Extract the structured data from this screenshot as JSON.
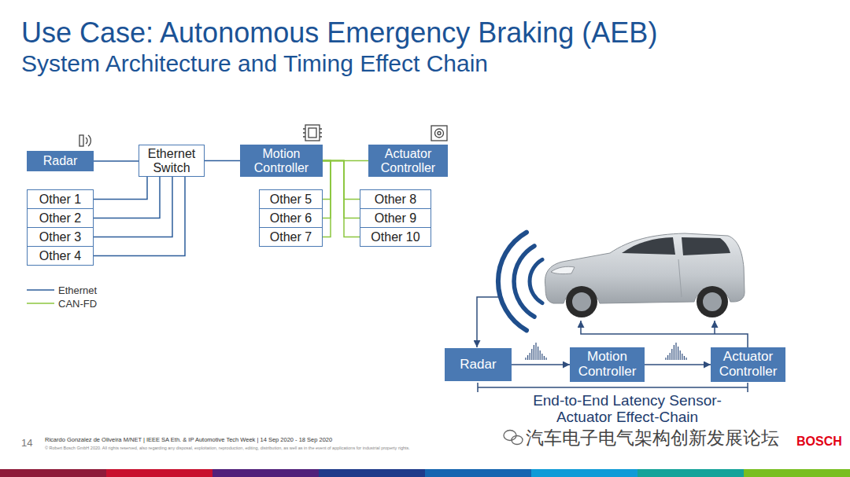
{
  "diagram": {
    "title": "Use Case: Autonomous Emergency Braking (AEB)",
    "nodes": [
      {
        "text": [
          "Radar"
        ]
      },
      {
        "text": [
          "Ethernet Switch"
        ]
      },
      {
        "text": [
          "Motion Controller"
        ]
      },
      {
        "text": [
          "Actuator Controller"
        ]
      },
      {
        "text": [
          "Other 1"
        ]
      },
      {
        "text": [
          "Other 2"
        ]
      },
      {
        "text": [
          "Other 3"
        ]
      },
      {
        "text": [
          "Other 4"
        ]
      },
      {
        "text": [
          "Other 5"
        ]
      },
      {
        "text": [
          "Other 6"
        ]
      },
      {
        "text": [
          "Other 7"
        ]
      },
      {
        "text": [
          "Other 8"
        ]
      },
      {
        "text": [
          "Other 9"
        ]
      },
      {
        "text": [
          "Other 10"
        ]
      },
      {
        "text": [
          "Radar"
        ]
      },
      {
        "text": [
          "Motion Controller"
        ]
      },
      {
        "text": [
          "Actuator Controller"
        ]
      }
    ],
    "edges": [
      {
        "from": 0,
        "to": 1,
        "arrow": "none"
      },
      {
        "from": 1,
        "to": 2,
        "arrow": "none"
      },
      {
        "from": 1,
        "to": 4,
        "arrow": "none"
      },
      {
        "from": 1,
        "to": 5,
        "arrow": "none"
      },
      {
        "from": 1,
        "to": 6,
        "arrow": "none"
      },
      {
        "from": 1,
        "to": 7,
        "arrow": "none"
      },
      {
        "from": 2,
        "to": 3,
        "arrow": "none"
      },
      {
        "from": 2,
        "to": 8,
        "arrow": "none"
      },
      {
        "from": 2,
        "to": 9,
        "arrow": "none"
      },
      {
        "from": 2,
        "to": 10,
        "arrow": "none"
      },
      {
        "from": 2,
        "to": 11,
        "arrow": "none"
      },
      {
        "from": 2,
        "to": 12,
        "arrow": "none"
      },
      {
        "from": 2,
        "to": 13,
        "arrow": "none"
      },
      {
        "from": 14,
        "to": 15,
        "arrow": "to"
      },
      {
        "from": 15,
        "to": 16,
        "arrow": "to"
      }
    ],
    "labels": [
      "System Architecture and Timing Effect Chain",
      "End-to-End Latency Sensor-Actuator Effect-Chain",
      "14",
      "Ricardo Gonzalez de Oliveira M/NET | IEEE SA Eth. & IP Automotive Tech Week | 14 Sep 2020 - 18 Sep 2020",
      "© Robert Bosch GmbH 2020. All rights reserved, also regarding any disposal, exploitation, reproduction, editing, distribution, as well as in the event of applications for industrial property rights.",
      "汽车电子电气架构创新发展论坛",
      "BOSCH"
    ],
    "legend": [
      {
        "text": "Ethernet"
      },
      {
        "text": "CAN-FD"
      }
    ]
  }
}
